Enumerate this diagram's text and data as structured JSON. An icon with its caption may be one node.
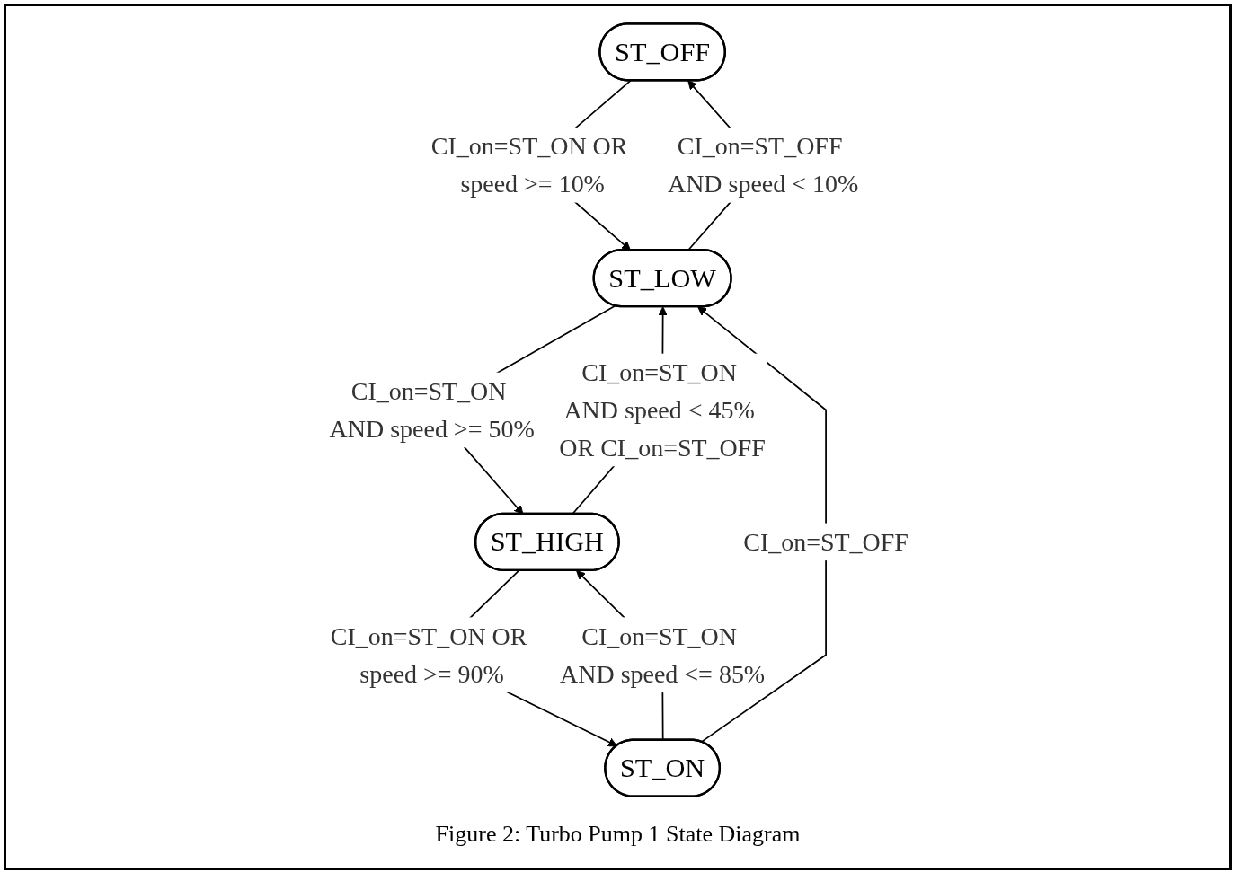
{
  "diagram": {
    "caption": "Figure 2: Turbo Pump 1 State Diagram",
    "nodes": [
      {
        "text": [
          "ST_OFF"
        ]
      },
      {
        "text": [
          "ST_LOW"
        ]
      },
      {
        "text": [
          "ST_HIGH"
        ]
      },
      {
        "text": [
          "ST_ON"
        ]
      }
    ],
    "edges": [
      {
        "from": 1,
        "to": 0,
        "arrow": "to",
        "label": "CI_on=ST_OFF AND speed < 10%"
      },
      {
        "from": 0,
        "to": 1,
        "arrow": "to",
        "label": "CI_on=ST_ON OR speed >= 10%"
      },
      {
        "from": 3,
        "to": 1,
        "arrow": "to",
        "label": "CI_on=ST_OFF"
      },
      {
        "from": 2,
        "to": 1,
        "arrow": "to",
        "label": "CI_on=ST_ON AND speed < 45% OR CI_on=ST_OFF"
      },
      {
        "from": 1,
        "to": 2,
        "arrow": "to",
        "label": "CI_on=ST_ON AND speed >= 50%"
      },
      {
        "from": 3,
        "to": 2,
        "arrow": "to",
        "label": "CI_on=ST_ON AND speed <= 85%"
      },
      {
        "from": 2,
        "to": 3,
        "arrow": "to",
        "label": "CI_on=ST_ON OR speed >= 90%"
      }
    ]
  }
}
